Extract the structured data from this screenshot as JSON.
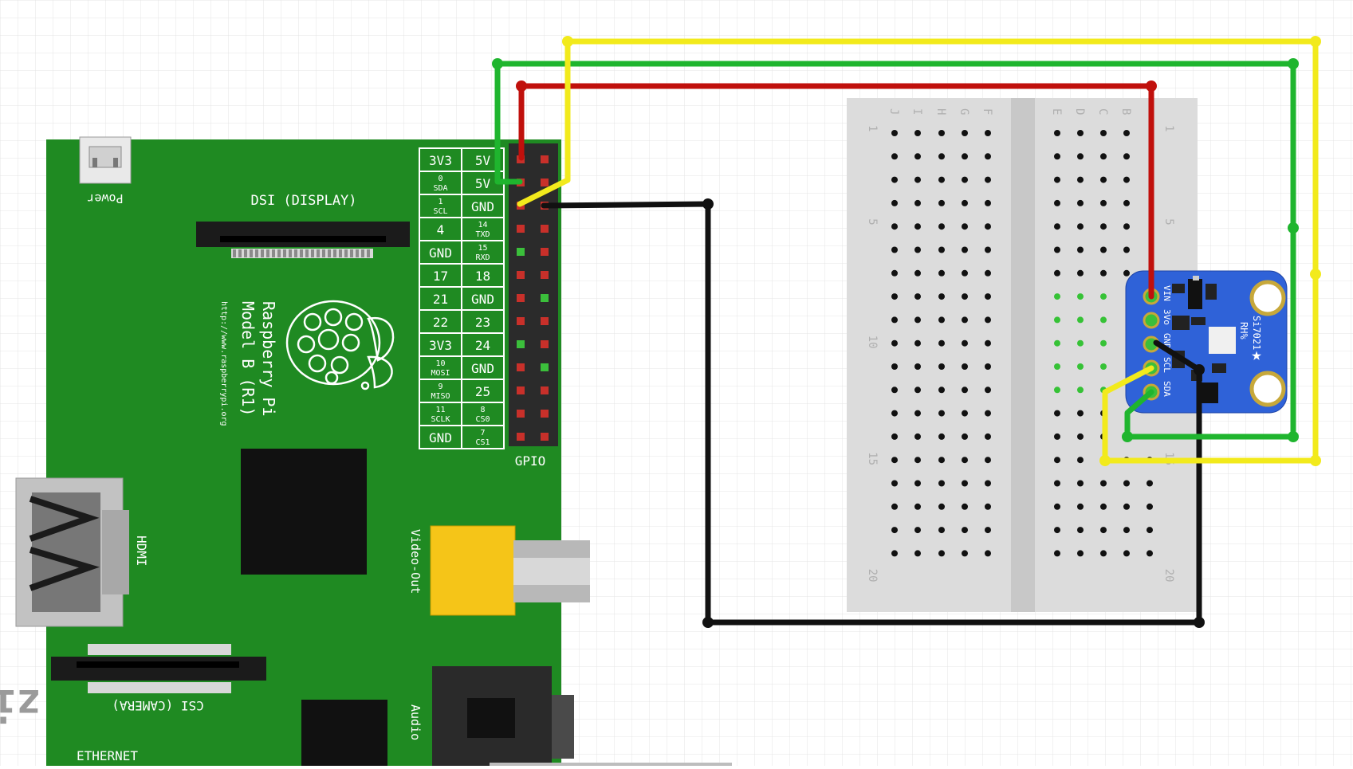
{
  "rpi": {
    "power_label": "Power",
    "dsi_label": "DSI (DISPLAY)",
    "csi_label": "CSI (CAMERA)",
    "hdmi_label": "HDMI",
    "video_label": "Video-Out",
    "audio_label": "Audio",
    "ethernet_label": "ETHERNET",
    "gpio_label": "GPIO",
    "model_name": "Raspberry Pi",
    "model_sub": "Model B (R1)",
    "url": "http://www.raspberrypi.org",
    "watermark": "zi",
    "board_color": "#1f8a22",
    "pin_rows": [
      {
        "left": "3V3",
        "right": "5V"
      },
      {
        "left": "0",
        "left_sub": "SDA",
        "right": "5V"
      },
      {
        "left": "1",
        "left_sub": "SCL",
        "right": "GND"
      },
      {
        "left": "4",
        "right": "14",
        "right_sub": "TXD"
      },
      {
        "left": "GND",
        "right": "15",
        "right_sub": "RXD"
      },
      {
        "left": "17",
        "right": "18"
      },
      {
        "left": "21",
        "right": "GND"
      },
      {
        "left": "22",
        "right": "23"
      },
      {
        "left": "3V3",
        "right": "24"
      },
      {
        "left": "10",
        "left_sub": "MOSI",
        "right": "GND"
      },
      {
        "left": "9",
        "left_sub": "MISO",
        "right": "25"
      },
      {
        "left": "11",
        "left_sub": "SCLK",
        "right": "8",
        "right_sub": "CS0"
      },
      {
        "left": "GND",
        "right": "7",
        "right_sub": "CS1"
      }
    ]
  },
  "breadboard": {
    "left_cols": [
      "J",
      "I",
      "H",
      "G",
      "F"
    ],
    "right_cols": [
      "E",
      "D",
      "C",
      "B"
    ],
    "row_numbers": [
      "1",
      "5",
      "10",
      "15",
      "20"
    ]
  },
  "sensor": {
    "board_color": "#2f62d8",
    "pins": [
      "VIN",
      "3Vo",
      "GND",
      "SCL",
      "SDA"
    ],
    "name": "Si7021",
    "sub": "RH%"
  },
  "wires": [
    {
      "name": "red-wire",
      "color": "#c0100c"
    },
    {
      "name": "green-wire",
      "color": "#1fb52e"
    },
    {
      "name": "yellow-wire",
      "color": "#f2ea1c"
    },
    {
      "name": "black-wire",
      "color": "#111111"
    }
  ]
}
